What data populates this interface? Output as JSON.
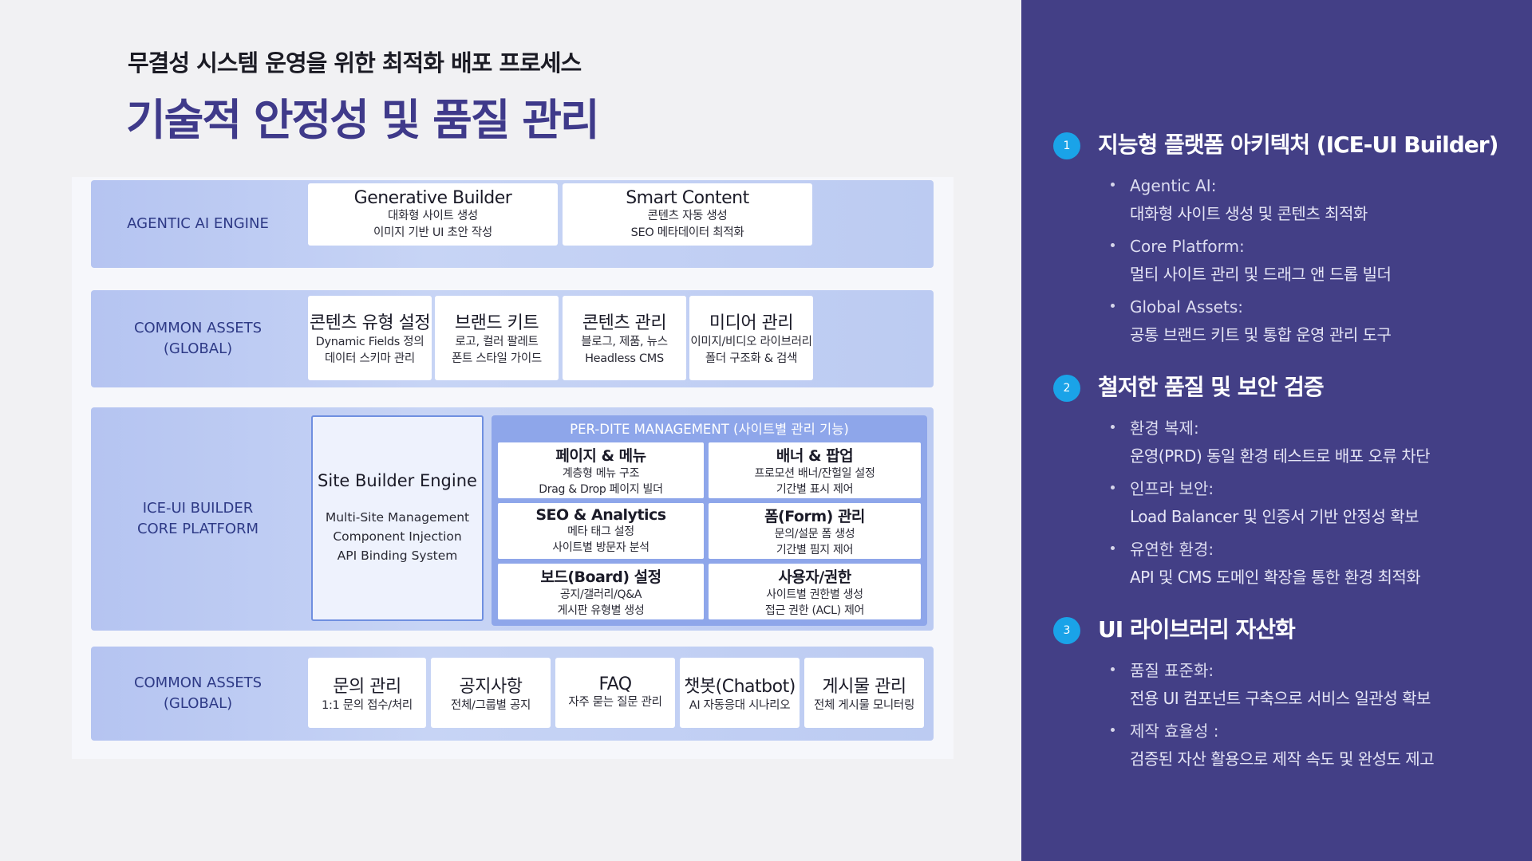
{
  "header": {
    "subtitle": "무결성 시스템 운영을 위한 최적화 배포 프로세스",
    "title": "기술적 안정성 및 품질 관리"
  },
  "diagram": {
    "agentic": {
      "label": "AGENTIC AI ENGINE",
      "boxes": [
        {
          "title": "Generative Builder",
          "lines": [
            "대화형 사이트 생성",
            "이미지 기반 UI 초안 작성"
          ]
        },
        {
          "title": "Smart Content",
          "lines": [
            "콘텐츠 자동 생성",
            "SEO 메타데이터 최적화"
          ]
        }
      ]
    },
    "common_top": {
      "label": "COMMON ASSETS\n(GLOBAL)",
      "boxes": [
        {
          "title": "콘텐츠 유형 설정",
          "lines": [
            "Dynamic Fields 정의",
            "데이터 스키마 관리"
          ]
        },
        {
          "title": "브랜드 키트",
          "lines": [
            "로고, 컬러 팔레트",
            "폰트 스타일 가이드"
          ]
        },
        {
          "title": "콘텐츠 관리",
          "lines": [
            "블로그, 제품, 뉴스",
            "Headless CMS"
          ]
        },
        {
          "title": "미디어 관리",
          "lines": [
            "이미지/비디오 라이브러리",
            "폴더 구조화 & 검색"
          ]
        }
      ]
    },
    "core": {
      "label": "ICE-UI BUILDER\nCORE PLATFORM",
      "engine": {
        "title": "Site Builder Engine",
        "lines": [
          "Multi-Site Management",
          "Component Injection",
          "API Binding System"
        ]
      },
      "perdite": {
        "title": "PER-DITE MANAGEMENT (사이트별 관리 기능)",
        "boxes": [
          {
            "title": "페이지 & 메뉴",
            "lines": [
              "계층형 메뉴 구조",
              "Drag & Drop 페이지 빌더"
            ]
          },
          {
            "title": "배너 & 팝업",
            "lines": [
              "프로모션 배너/잔헐일 설정",
              "기간별 표시 제어"
            ]
          },
          {
            "title": "SEO & Analytics",
            "lines": [
              "메타 태그 설정",
              "사이트별 방문자 분석"
            ]
          },
          {
            "title": "폼(Form) 관리",
            "lines": [
              "문의/설문 폼 생성",
              "기간별 핌지 제어"
            ]
          },
          {
            "title": "보드(Board) 설정",
            "lines": [
              "공지/갤러리/Q&A",
              "게시판 유형별 생성"
            ]
          },
          {
            "title": "사용자/권한",
            "lines": [
              "사이트별 권한별 생성",
              "접근 권한 (ACL) 제어"
            ]
          }
        ]
      }
    },
    "common_bottom": {
      "label": "COMMON ASSETS\n(GLOBAL)",
      "boxes": [
        {
          "title": "문의 관리",
          "lines": [
            "1:1 문의 접수/처리"
          ]
        },
        {
          "title": "공지사항",
          "lines": [
            "전체/그룹별 공지"
          ]
        },
        {
          "title": "FAQ",
          "lines": [
            "자주 묻는 질문 관리"
          ]
        },
        {
          "title": "챗봇(Chatbot)",
          "lines": [
            "AI 자동응대 시나리오"
          ]
        },
        {
          "title": "게시물 관리",
          "lines": [
            "전체 게시물 모니터링"
          ]
        }
      ]
    }
  },
  "sidebar": {
    "sections": [
      {
        "number": "1",
        "title": "지능형 플랫폼 아키텍처 (ICE-UI Builder)",
        "items": [
          {
            "label": "Agentic AI:",
            "desc": "대화형 사이트 생성 및 콘텐츠 최적화"
          },
          {
            "label": "Core Platform:",
            "desc": "멀티 사이트 관리 및 드래그 앤 드롭 빌더"
          },
          {
            "label": "Global Assets:",
            "desc": "공통 브랜드 키트 및 통합 운영 관리 도구"
          }
        ]
      },
      {
        "number": "2",
        "title": "철저한 품질 및 보안 검증",
        "items": [
          {
            "label": "환경 복제:",
            "desc": "운영(PRD) 동일 환경 테스트로 배포 오류 차단"
          },
          {
            "label": "인프라 보안:",
            "desc": "Load Balancer 및 인증서 기반 안정성 확보"
          },
          {
            "label": "유연한 환경:",
            "desc": "API 및 CMS 도메인 확장을 통한 환경 최적화"
          }
        ]
      },
      {
        "number": "3",
        "title": "UI 라이브러리 자산화",
        "items": [
          {
            "label": "품질 표준화:",
            "desc": "전용 UI 컴포넌트 구축으로 서비스 일관성 확보"
          },
          {
            "label": "제작 효율성 :",
            "desc": "검증된 자산 활용으로 제작 속도 및 완성도 제고"
          }
        ]
      }
    ]
  }
}
